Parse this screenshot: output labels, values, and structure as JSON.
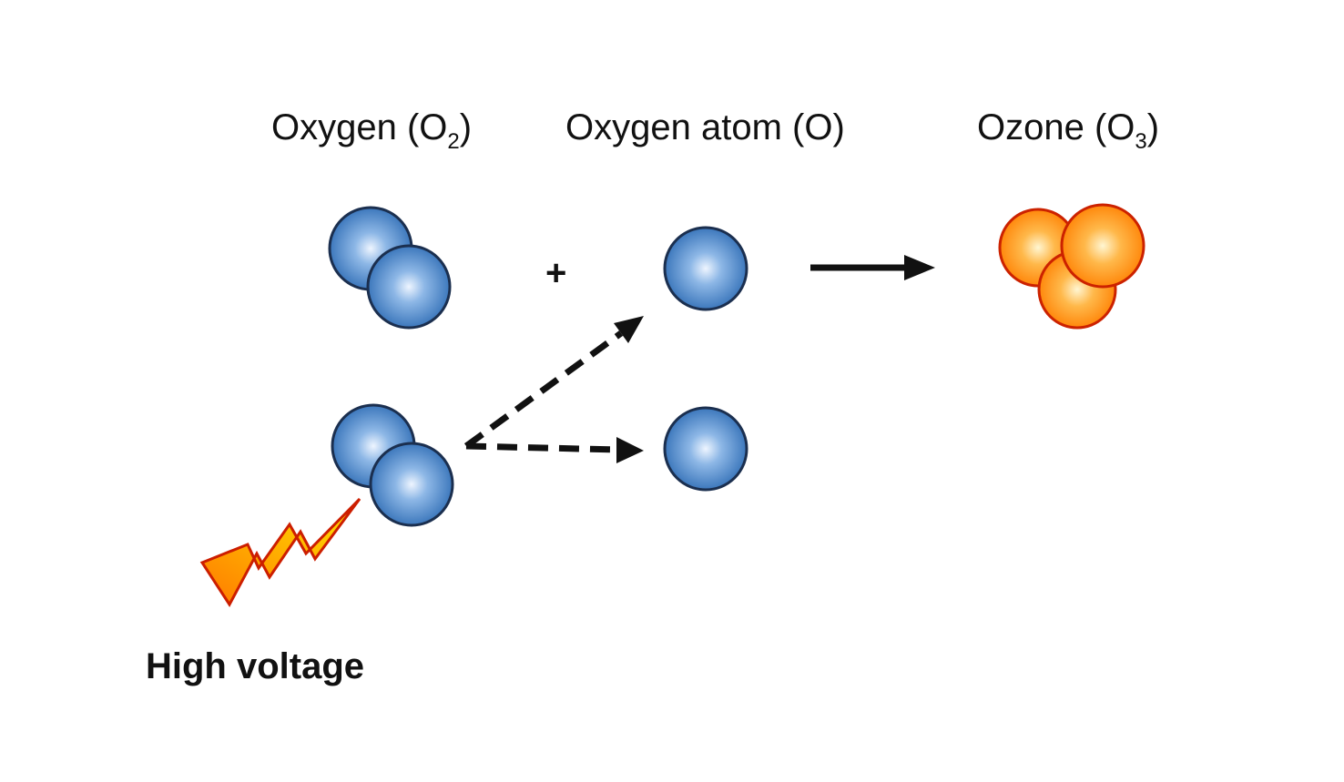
{
  "labels": {
    "oxygen_prefix": "Oxygen (O",
    "oxygen_sub": "2",
    "oxygen_suffix": ")",
    "atom": "Oxygen atom (O)",
    "ozone_prefix": "Ozone (O",
    "ozone_sub": "3",
    "ozone_suffix": ")",
    "high_voltage": "High voltage",
    "plus": "+"
  },
  "colors": {
    "oxygen_fill": "#2f6db5",
    "oxygen_highlight": "#e9f2ff",
    "ozone_fill": "#ff8c00",
    "ozone_highlight": "#fff3c9",
    "outline_blue": "#1b2f4f",
    "outline_orange": "#cc2200",
    "arrow": "#111111",
    "bolt_fill": "#ffb300",
    "bolt_outline": "#cc1e00"
  },
  "icons": {
    "bolt": "lightning-bolt-icon"
  }
}
